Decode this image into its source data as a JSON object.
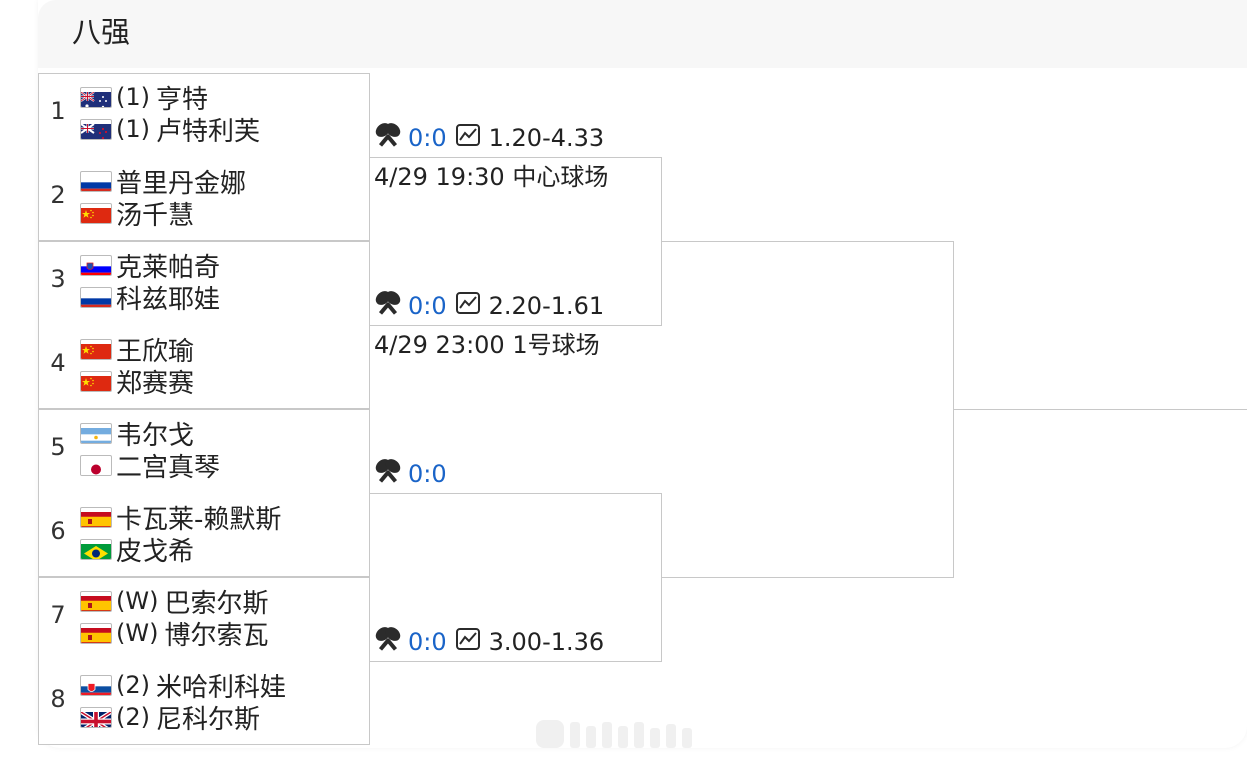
{
  "round_title": "八强",
  "seeds": [
    {
      "num": "1",
      "players": [
        {
          "flag": "au",
          "prefix": "(1)",
          "name": "亨特"
        },
        {
          "flag": "nz",
          "prefix": "(1)",
          "name": "卢特利芙"
        }
      ]
    },
    {
      "num": "2",
      "players": [
        {
          "flag": "ru",
          "prefix": "",
          "name": "普里丹金娜"
        },
        {
          "flag": "cn",
          "prefix": "",
          "name": "汤千慧"
        }
      ]
    },
    {
      "num": "3",
      "players": [
        {
          "flag": "si",
          "prefix": "",
          "name": "克莱帕奇"
        },
        {
          "flag": "ru",
          "prefix": "",
          "name": "科兹耶娃"
        }
      ]
    },
    {
      "num": "4",
      "players": [
        {
          "flag": "cn",
          "prefix": "",
          "name": "王欣瑜"
        },
        {
          "flag": "cn",
          "prefix": "",
          "name": "郑赛赛"
        }
      ]
    },
    {
      "num": "5",
      "players": [
        {
          "flag": "ar",
          "prefix": "",
          "name": "韦尔戈"
        },
        {
          "flag": "jp",
          "prefix": "",
          "name": "二宫真琴"
        }
      ]
    },
    {
      "num": "6",
      "players": [
        {
          "flag": "es",
          "prefix": "",
          "name": "卡瓦莱-赖默斯"
        },
        {
          "flag": "br",
          "prefix": "",
          "name": "皮戈希"
        }
      ]
    },
    {
      "num": "7",
      "players": [
        {
          "flag": "es",
          "prefix": "(W)",
          "name": "巴索尔斯"
        },
        {
          "flag": "es",
          "prefix": "(W)",
          "name": "博尔索瓦"
        }
      ]
    },
    {
      "num": "8",
      "players": [
        {
          "flag": "sk",
          "prefix": "(2)",
          "name": "米哈利科娃"
        },
        {
          "flag": "gb",
          "prefix": "(2)",
          "name": "尼科尔斯"
        }
      ]
    }
  ],
  "matches": [
    {
      "score": "0:0",
      "odds": "1.20-4.33",
      "schedule": "4/29 19:30 中心球场"
    },
    {
      "score": "0:0",
      "odds": "2.20-1.61",
      "schedule": "4/29 23:00 1号球场"
    },
    {
      "score": "0:0",
      "odds": "",
      "schedule": ""
    },
    {
      "score": "0:0",
      "odds": "3.00-1.36",
      "schedule": ""
    }
  ],
  "icons": {
    "match_icon": "crossed-rackets-icon",
    "odds_icon": "trend-chart-icon"
  },
  "colors": {
    "score": "#1a64c8",
    "border": "#c8c8c8",
    "header_bg": "#f7f7f7"
  }
}
